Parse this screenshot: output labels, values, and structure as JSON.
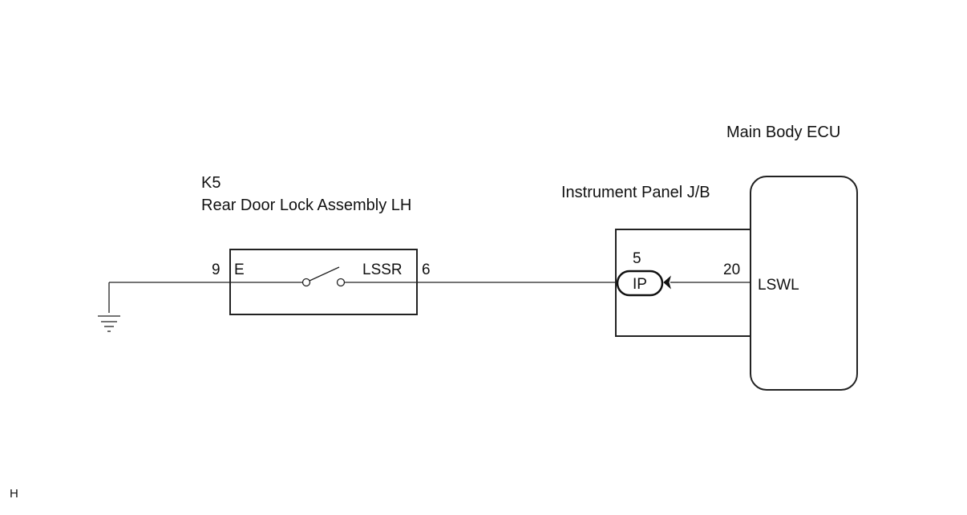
{
  "ecu": {
    "title": "Main Body ECU",
    "pin_number": "20",
    "pin_name": "LSWL"
  },
  "junction_block": {
    "title": "Instrument Panel J/B",
    "pin_number": "5",
    "connector_code": "IP"
  },
  "door_lock": {
    "connector_id": "K5",
    "title": "Rear Door Lock Assembly LH",
    "left_pin_number": "9",
    "left_pin_name": "E",
    "right_pin_name": "LSSR",
    "right_pin_number": "6"
  },
  "ground_symbol": "ground-icon",
  "footer_code": "H"
}
